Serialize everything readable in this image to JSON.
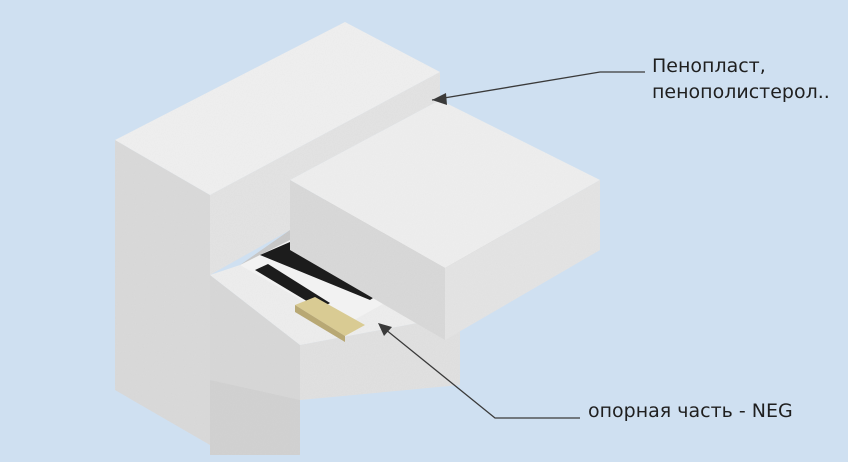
{
  "diagram": {
    "callouts": [
      {
        "line1": "Пенопласт,",
        "line2": "пенополистерол.."
      },
      {
        "text": "опорная часть - NEG"
      }
    ],
    "colors": {
      "background": "#cfe0f1",
      "foam_top": "#ececec",
      "foam_side": "#d6d6d6",
      "foam_front": "#e2e2e2",
      "bearing_pad": "#d9cb93",
      "membrane": "#1c1c1c",
      "leader_line": "#3a3a3a"
    }
  }
}
